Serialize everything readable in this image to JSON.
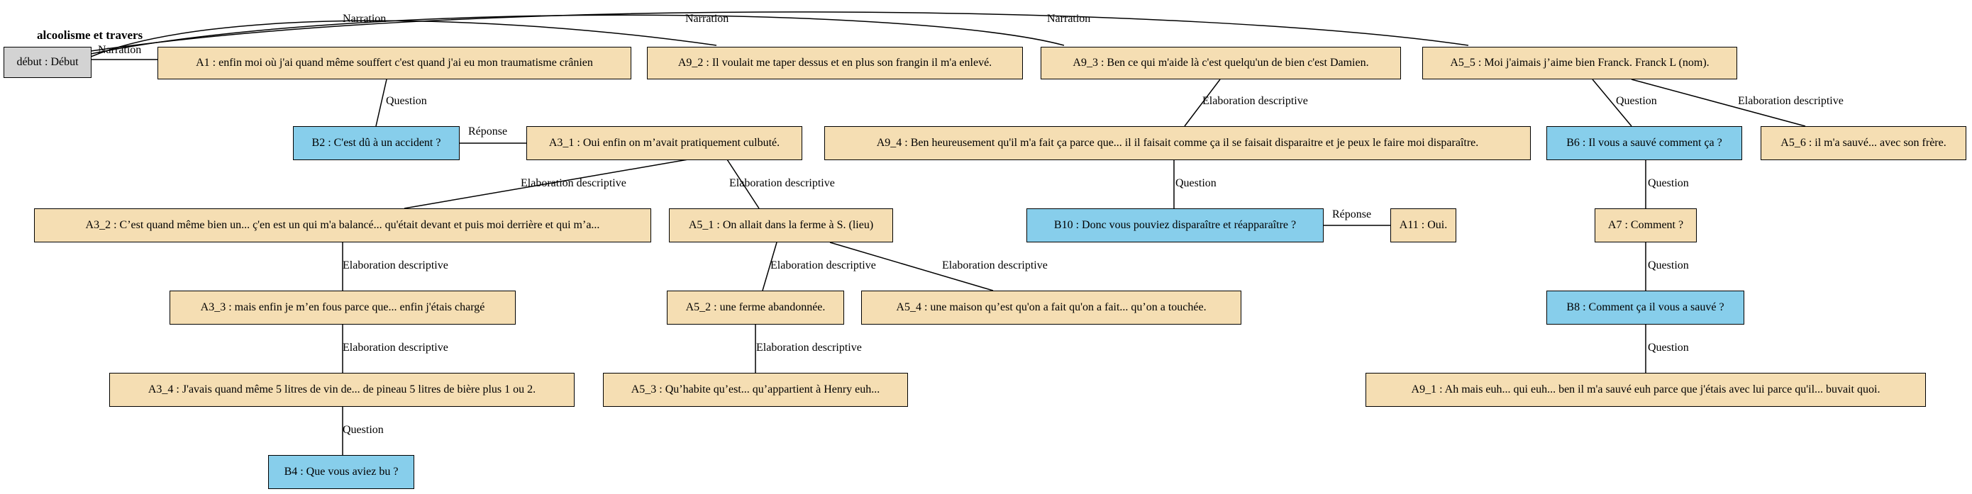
{
  "title": "alcoolisme et travers",
  "colors": {
    "reply": "#f5deb3",
    "question": "#87ceeb",
    "start": "#d3d3d3"
  },
  "nodes": {
    "debut": "début : Début",
    "A1": "A1 : enfin moi où j'ai quand même souffert c'est quand j'ai eu mon traumatisme crânien",
    "A9_2": "A9_2 : Il voulait me taper dessus et en plus son frangin il m'a enlevé.",
    "A9_3": "A9_3 : Ben ce qui m'aide là c'est quelqu'un de bien c'est Damien.",
    "A5_5": "A5_5 : Moi j'aimais j’aime bien Franck. Franck L (nom).",
    "B2": "B2 : C'est dû à un accident ?",
    "A3_1": "A3_1 : Oui enfin on m’avait pratiquement culbuté.",
    "A9_4": "A9_4 : Ben heureusement qu'il m'a fait ça parce que... il il faisait comme ça il se faisait disparaitre et je peux le faire moi disparaître.",
    "B6": "B6 : Il vous a sauvé comment ça ?",
    "A5_6": "A5_6 : il m'a sauvé... avec son frère.",
    "A3_2": "A3_2 : C’est quand même bien un...  ç'en est un qui m'a balancé... qu'était devant et puis moi derrière et qui m’a...",
    "A5_1": "A5_1 : On allait dans la ferme à S. (lieu)",
    "B10": "B10 : Donc vous pouviez disparaître et réapparaître ?",
    "A11": "A11 : Oui.",
    "A7": "A7 : Comment ?",
    "A3_3": "A3_3 : mais enfin je m’en fous parce que... enfin j'étais chargé",
    "A5_2": "A5_2 : une ferme abandonnée.",
    "A5_4": "A5_4 : une maison qu’est qu'on a fait qu'on a fait... qu’on a touchée.",
    "B8": "B8 : Comment ça il vous a sauvé ?",
    "A3_4": "A3_4 : J'avais quand même 5 litres de vin de...  de  pineau 5 litres de bière plus 1 ou 2.",
    "A5_3": "A5_3 : Qu’habite qu’est... qu’appartient à Henry euh...",
    "A9_1": "A9_1 : Ah mais euh... qui euh... ben il m'a sauvé euh parce que j'étais avec lui parce qu'il... buvait quoi.",
    "B4": "B4 : Que vous aviez bu ?"
  },
  "edge_labels": {
    "narration_debut_A1": "Narration",
    "narration_A9_2": "Narration",
    "narration_A9_3": "Narration",
    "narration_A5_5": "Narration",
    "question_A1_B2": "Question",
    "reponse_B2_A3_1": "Réponse",
    "elab_A9_3_A9_4": "Elaboration descriptive",
    "question_A5_5_B6": "Question",
    "elab_A5_5_A5_6": "Elaboration descriptive",
    "elab_A3_1_A3_2": "Elaboration descriptive",
    "elab_A3_1_A5_1": "Elaboration descriptive",
    "question_A9_4_B10": "Question",
    "reponse_B10_A11": "Réponse",
    "question_B6_A7": "Question",
    "elab_A3_2_A3_3": "Elaboration descriptive",
    "elab_A5_1_A5_2": "Elaboration descriptive",
    "elab_A5_1_A5_4": "Elaboration descriptive",
    "question_A7_B8": "Question",
    "elab_A3_3_A3_4": "Elaboration descriptive",
    "elab_A5_2_A5_3": "Elaboration descriptive",
    "question_B8_A9_1": "Question",
    "question_A3_4_B4": "Question"
  }
}
